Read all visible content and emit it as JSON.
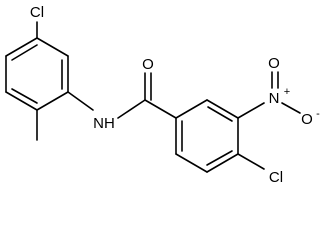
{
  "molecule": {
    "atoms": {
      "cl_top": "Cl",
      "nh": "NH",
      "o_carbonyl": "O",
      "n_nitro": "N",
      "n_plus": "+",
      "o_nitro_top": "O",
      "o_nitro_side": "O",
      "o_minus": "-",
      "cl_bottom": "Cl"
    }
  }
}
